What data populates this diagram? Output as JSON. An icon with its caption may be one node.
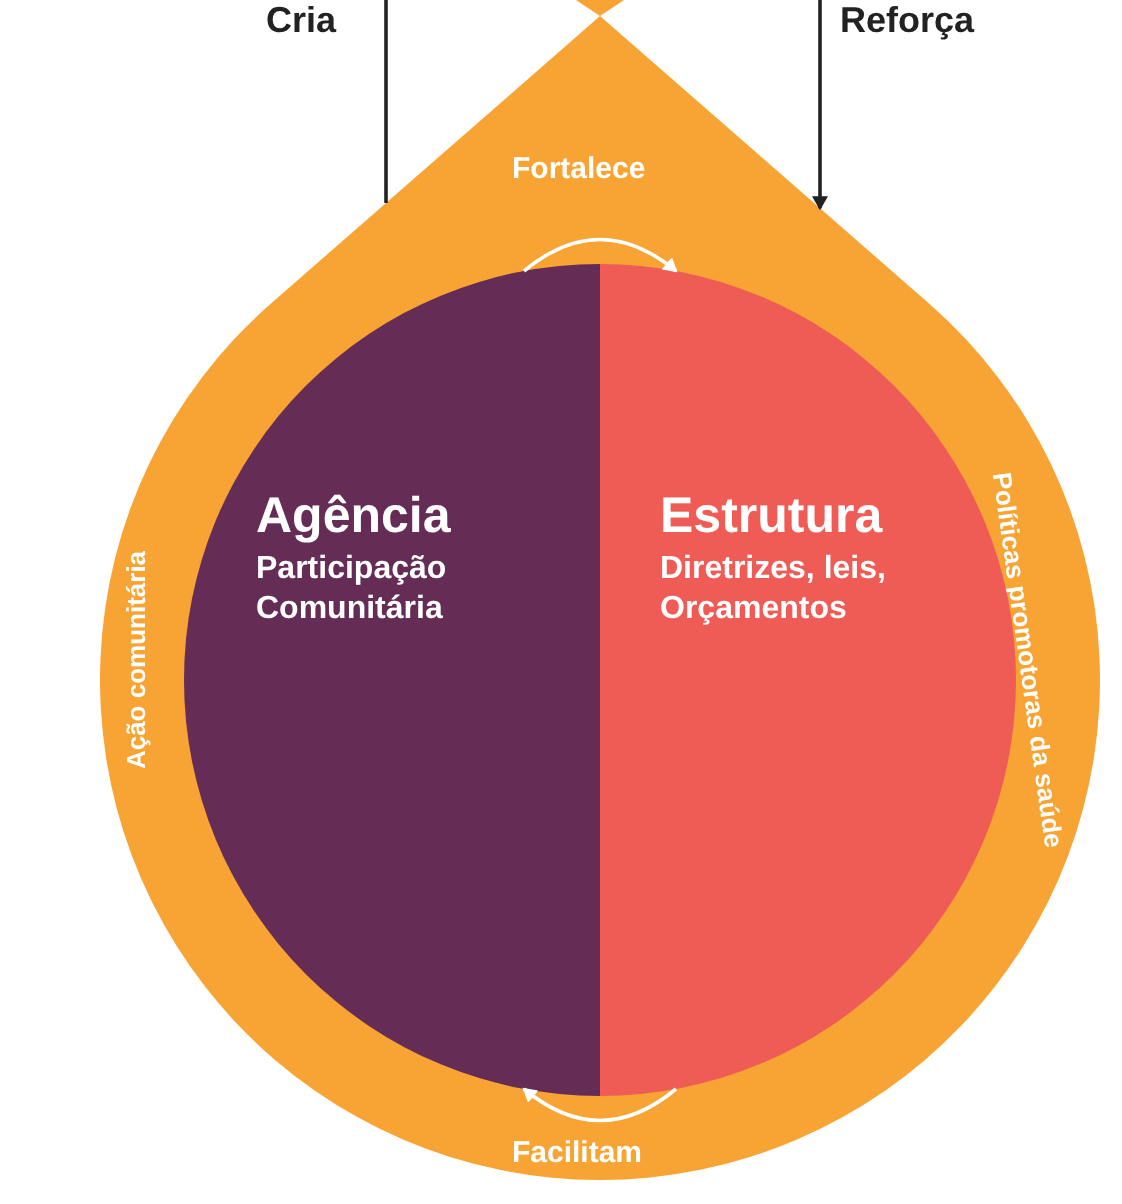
{
  "diagram": {
    "nodes": [
      {
        "text": [
          "Ação comunitária",
          "Políticas promotoras da saúde"
        ]
      },
      {
        "text": [
          "Agência",
          "Participação Comunitária"
        ],
        "in": 0
      },
      {
        "text": [
          "Estrutura",
          "Diretrizes, leis, Orçamentos"
        ],
        "in": 0
      }
    ],
    "edges": [
      {
        "from": null,
        "to": 0,
        "arrow": "none",
        "label": "Cria"
      },
      {
        "from": null,
        "to": 0,
        "arrow": "to",
        "label": "Reforça"
      },
      {
        "from": 1,
        "to": 2,
        "arrow": "to",
        "label": "Fortalece",
        "color": "#ffffff"
      },
      {
        "from": 2,
        "to": 1,
        "arrow": "to",
        "label": "Facilitam",
        "color": "#ffffff"
      }
    ]
  }
}
